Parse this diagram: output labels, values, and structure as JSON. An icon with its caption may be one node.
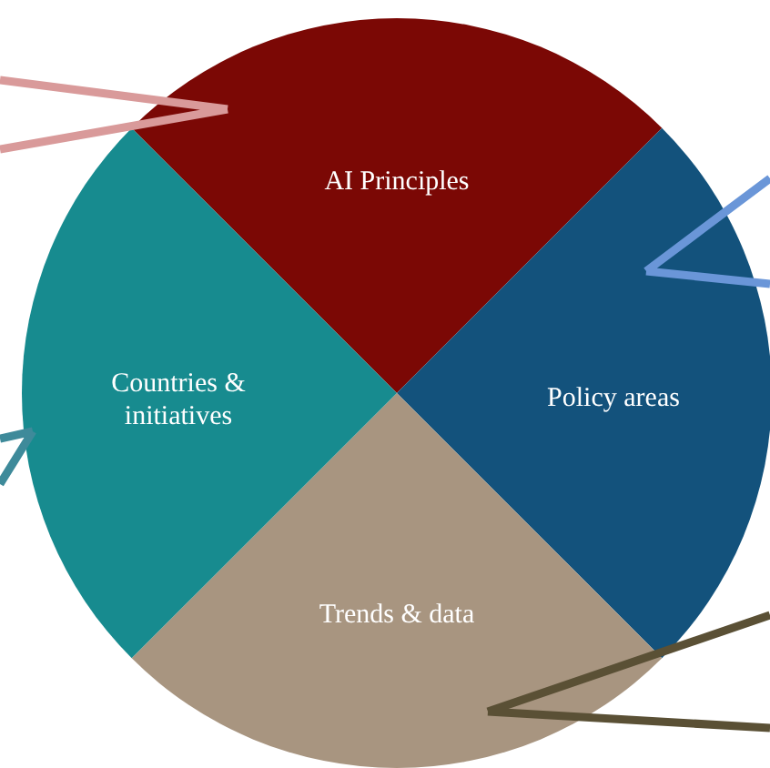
{
  "diagram": {
    "nodes": [
      {
        "text": [
          "AI Principles"
        ]
      },
      {
        "text": [
          "Policy areas"
        ]
      },
      {
        "text": [
          "Trends & data"
        ]
      },
      {
        "text": [
          "Countries & initiatives"
        ]
      }
    ],
    "edges": [
      {
        "from": null,
        "to": 0,
        "arrow": "none",
        "color": "#d99a9a"
      },
      {
        "from": null,
        "to": 1,
        "arrow": "none",
        "color": "#6a96d8"
      },
      {
        "from": null,
        "to": 2,
        "arrow": "none",
        "color": "#5a5035"
      },
      {
        "from": null,
        "to": 3,
        "arrow": "none",
        "color": "#3e8a9a"
      }
    ]
  }
}
